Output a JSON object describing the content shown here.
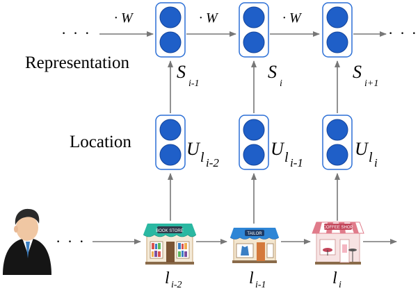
{
  "labels": {
    "representation": "Representation",
    "location": "Location"
  },
  "leading_dots": "· · ·",
  "trailing_dots": "· · ·",
  "weight_label": "· W",
  "state_labels": [
    {
      "main": "S",
      "sub": "i-1"
    },
    {
      "main": "S",
      "sub": "i"
    },
    {
      "main": "S",
      "sub": "i+1"
    }
  ],
  "location_labels": [
    {
      "main": "U",
      "sub1": "l",
      "sub2": "i-2"
    },
    {
      "main": "U",
      "sub1": "l",
      "sub2": "i-1"
    },
    {
      "main": "U",
      "sub1": "l",
      "sub2": "i"
    }
  ],
  "place_labels": [
    {
      "main": "l",
      "sub": "i-2"
    },
    {
      "main": "l",
      "sub": "i-1"
    },
    {
      "main": "l",
      "sub": "i"
    }
  ],
  "shop_signs": [
    "BOOK STORE",
    "TAILOR",
    "COFFEE SHOP"
  ],
  "colors": {
    "node_fill": "#1f5fc8",
    "node_border": "#2b6fd6",
    "arrow": "#777777"
  }
}
